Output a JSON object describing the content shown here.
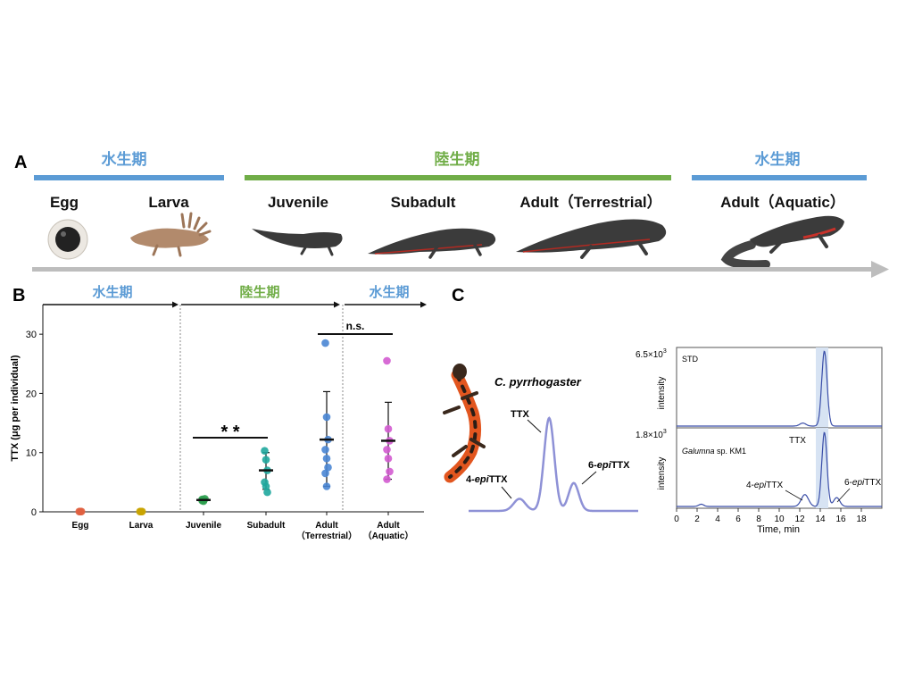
{
  "panel_a": {
    "label": "A",
    "phases": [
      {
        "text": "水生期",
        "color": "#5b9bd5"
      },
      {
        "text": "陸生期",
        "color": "#70ad47"
      },
      {
        "text": "水生期",
        "color": "#5b9bd5"
      }
    ],
    "stages": [
      "Egg",
      "Larva",
      "Juvenile",
      "Subadult",
      "Adult（Terrestrial）",
      "Adult（Aquatic）"
    ]
  },
  "panel_b": {
    "label": "B",
    "phases": [
      {
        "text": "水生期",
        "color": "#5b9bd5"
      },
      {
        "text": "陸生期",
        "color": "#70ad47"
      },
      {
        "text": "水生期",
        "color": "#5b9bd5"
      }
    ],
    "significance": [
      "* *",
      "n.s."
    ],
    "categories": [
      "Egg",
      "Larva",
      "Juvenile",
      "Subadult",
      "Adult",
      "Adult"
    ],
    "category_sublabels": [
      "",
      "",
      "",
      "",
      "（Terrestrial）",
      "（Aquatic）"
    ]
  },
  "chart_data": {
    "type": "scatter",
    "ylabel": "TTX (μg per individual)",
    "ylim": [
      0,
      35
    ],
    "yticks": [
      0,
      10,
      20,
      30
    ],
    "grid": false,
    "categories": [
      "Egg",
      "Larva",
      "Juvenile",
      "Subadult",
      "Adult (Terrestrial)",
      "Adult (Aquatic)"
    ],
    "series": [
      {
        "color": "#e06040",
        "values": [
          0.05,
          0.05,
          0.05
        ]
      },
      {
        "color": "#c9a400",
        "values": [
          0.05,
          0.05,
          0.05
        ]
      },
      {
        "color": "#2e9e4f",
        "values": [
          1.9,
          2.0,
          2.2,
          2.1,
          1.8
        ]
      },
      {
        "color": "#1fa79d",
        "values": [
          10.3,
          8.8,
          7.0,
          5.0,
          4.3,
          3.3
        ]
      },
      {
        "color": "#4a86d4",
        "values": [
          28.5,
          16.0,
          12.2,
          10.5,
          9.0,
          7.5,
          6.5,
          4.3
        ]
      },
      {
        "color": "#d35bd0",
        "values": [
          25.5,
          14.0,
          12.0,
          10.5,
          9.0,
          6.8,
          5.5
        ]
      }
    ],
    "means": [
      null,
      null,
      2.0,
      7.0,
      12.2,
      12.0
    ],
    "error_bars": [
      null,
      null,
      [
        1.7,
        2.3
      ],
      [
        3.8,
        10.0
      ],
      [
        4.3,
        20.3
      ],
      [
        5.5,
        18.5
      ]
    ]
  },
  "panel_c": {
    "label": "C",
    "species": "C. pyrrhogaster",
    "peak_labels": {
      "main": "TTX",
      "four": "4-",
      "four_ep": "epi",
      "four_rest": "TTX",
      "six": "6-",
      "six_ep": "epi",
      "six_rest": "TTX"
    },
    "std": {
      "label": "STD",
      "scale": "6.5×10",
      "exp": "3",
      "ylabel": "intensity"
    },
    "sample": {
      "label_italic": "Galumna",
      "label_rest": " sp. KM1",
      "scale": "1.8×10",
      "exp": "3",
      "ylabel": "intensity",
      "peak_labels": {
        "main": "TTX",
        "four": "4-",
        "four_ep": "epi",
        "four_rest": "TTX",
        "six": "6-",
        "six_ep": "epi",
        "six_rest": "TTX"
      }
    },
    "xaxis": {
      "label": "Time, min",
      "ticks": [
        "0",
        "2",
        "4",
        "6",
        "8",
        "10",
        "12",
        "14",
        "16",
        "18"
      ]
    }
  }
}
